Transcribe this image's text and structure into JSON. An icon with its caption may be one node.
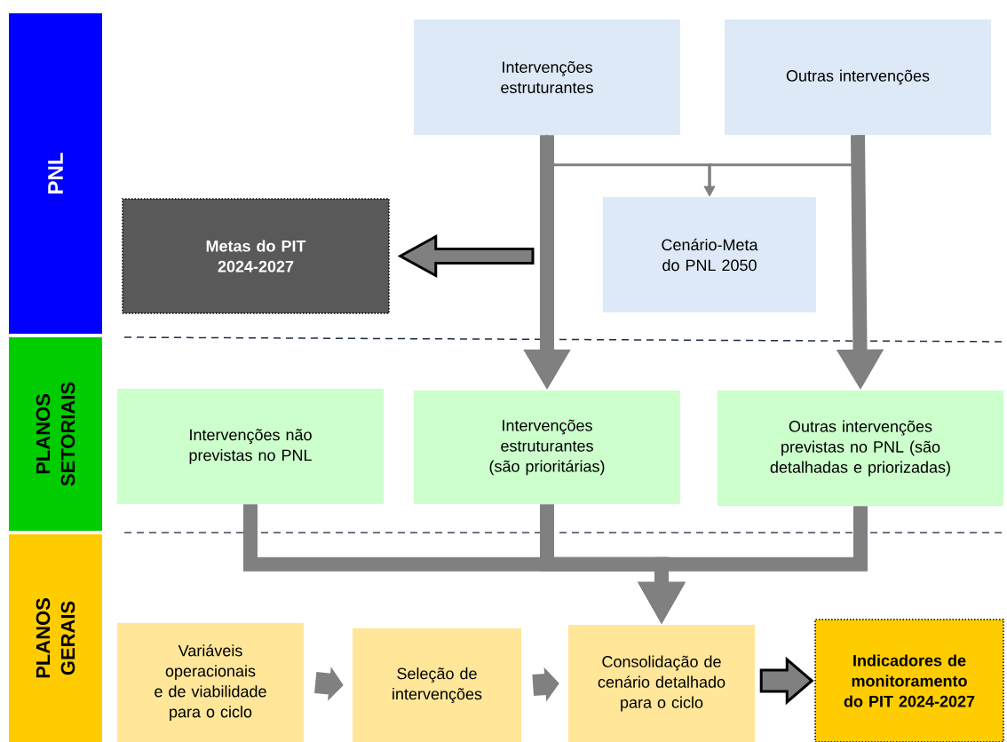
{
  "diagram": {
    "nodes": [
      {
        "text": [
          "PNL"
        ]
      },
      {
        "text": [
          "PLANOS SETORIAIS"
        ]
      },
      {
        "text": [
          "PLANOS GERAIS"
        ]
      },
      {
        "text": [
          "Intervenções estruturantes"
        ]
      },
      {
        "text": [
          "Outras intervenções"
        ]
      },
      {
        "text": [
          "Metas do PIT 2024-2027"
        ]
      },
      {
        "text": [
          "Cenário-Meta do PNL 2050"
        ]
      },
      {
        "text": [
          "Intervenções não previstas no PNL"
        ]
      },
      {
        "text": [
          "Intervenções estruturantes (são prioritárias)"
        ]
      },
      {
        "text": [
          "Outras intervenções previstas no PNL (são detalhadas e priorizadas)"
        ]
      },
      {
        "text": [
          "Variáveis operacionais e de viabilidade para o ciclo"
        ]
      },
      {
        "text": [
          "Seleção de intervenções"
        ]
      },
      {
        "text": [
          "Consolidação de cenário detalhado para o ciclo"
        ]
      },
      {
        "text": [
          "Indicadores de monitoramento do PIT 2024-2027"
        ]
      }
    ],
    "edges": [
      {
        "from": 3,
        "to": 8,
        "arrow": "to"
      },
      {
        "from": 4,
        "to": 9,
        "arrow": "to"
      },
      {
        "from": 3,
        "to": 6,
        "arrow": "to"
      },
      {
        "from": 4,
        "to": 6,
        "arrow": "to"
      },
      {
        "from": null,
        "to": 5,
        "arrow": "to"
      },
      {
        "from": 7,
        "to": 12,
        "arrow": "to"
      },
      {
        "from": 8,
        "to": 12,
        "arrow": "to"
      },
      {
        "from": 9,
        "to": 12,
        "arrow": "to"
      },
      {
        "from": 10,
        "to": 11,
        "arrow": "to"
      },
      {
        "from": 11,
        "to": 12,
        "arrow": "to"
      },
      {
        "from": 12,
        "to": 13,
        "arrow": "to"
      }
    ]
  }
}
